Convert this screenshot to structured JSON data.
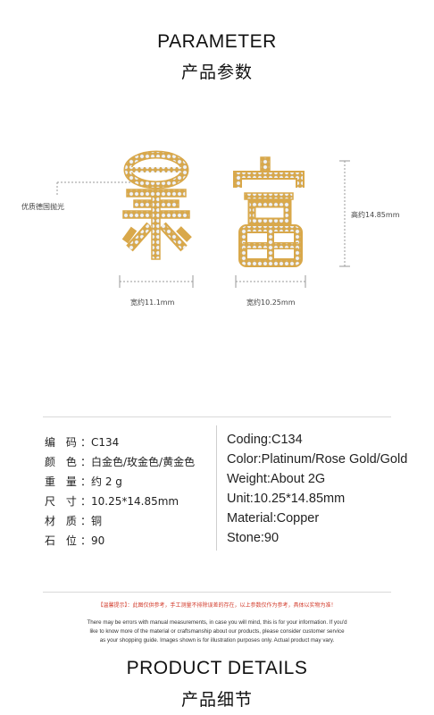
{
  "header": {
    "title_en": "PARAMETER",
    "title_cn": "产品参数"
  },
  "product_image": {
    "callout_label": "优质德国抛光",
    "left_width_label": "宽约11.1mm",
    "right_width_label": "宽约10.25mm",
    "height_label": "高约14.85mm",
    "metal_color": "#d9a84a",
    "stone_color": "#f2f2f2"
  },
  "specs_cn": [
    {
      "label": "编 码",
      "value": "C134"
    },
    {
      "label": "颜 色",
      "value": "白金色/玫金色/黄金色"
    },
    {
      "label": "重 量",
      "value": "约 2 g"
    },
    {
      "label": "尺 寸",
      "value": "10.25*14.85mm"
    },
    {
      "label": "材 质",
      "value": "铜"
    },
    {
      "label": "石 位",
      "value": "90"
    }
  ],
  "specs_en": [
    "Coding:C134",
    "Color:Platinum/Rose Gold/Gold",
    "Weight:About 2G",
    "Unit:10.25*14.85mm",
    "Material:Copper",
    "Stone:90"
  ],
  "notice": {
    "cn": "【温馨提示】：此图仅供参考，手工测量不排除误差的存在，以上参数仅作为参考，具体以实物为准！",
    "en_line1": "There may be errors with manual measurements, in case you will mind, this is for your information. If you'd",
    "en_line2": "like to know more of the material or craftsmanship about our products, please consider customer service",
    "en_line3": "as your shopping guide. Images shown is for illustration purposes only. Actual product may vary."
  },
  "footer": {
    "title_en": "PRODUCT DETAILS",
    "title_cn": "产品细节"
  }
}
